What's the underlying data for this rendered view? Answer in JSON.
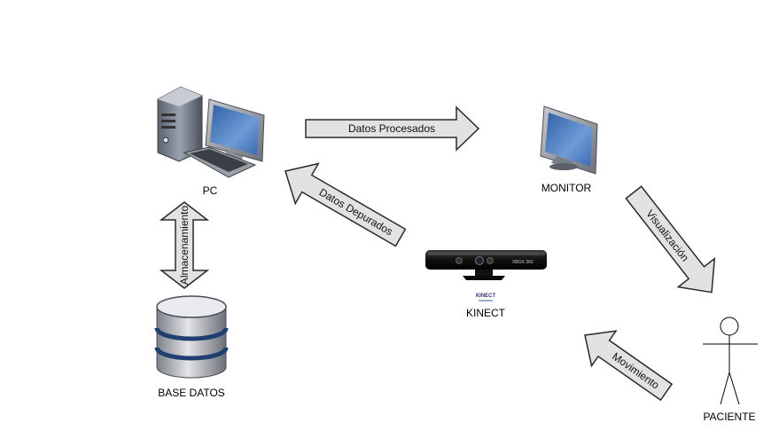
{
  "nodes": {
    "pc": {
      "label": "PC"
    },
    "monitor": {
      "label": "MONITOR"
    },
    "base_datos": {
      "label": "BASE DATOS"
    },
    "kinect": {
      "label": "KINECT",
      "device_brand": "XBOX 360",
      "logo_text": "KINECT"
    },
    "paciente": {
      "label": "PACIENTE"
    }
  },
  "arrows": {
    "datos_procesados": "Datos Procesados",
    "datos_depurados": "Datos Depurados",
    "almacenamiento": "Almacenamiento",
    "visualizacion": "Visualización",
    "movimiento": "Movimiento"
  },
  "colors": {
    "arrow_fill": "#e2e2e2",
    "arrow_stroke": "#2a2a2a",
    "screen_blue": "#3d6fb5",
    "db_band": "#1f3f73",
    "device_black": "#1a1a1a"
  }
}
